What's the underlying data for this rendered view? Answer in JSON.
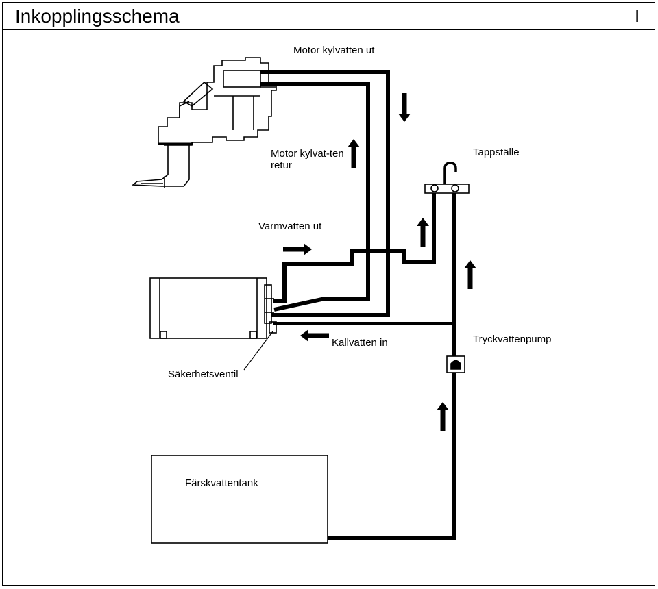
{
  "header": {
    "title": "Inkopplingsschema",
    "page_number": "I"
  },
  "labels": {
    "motor_coolant_out": "Motor kylvatten ut",
    "motor_coolant_return": "Motor kylvat-ten retur",
    "tap": "Tappställe",
    "hot_water_out": "Varmvatten ut",
    "cold_water_in": "Kallvatten in",
    "pressure_pump": "Tryckvattenpump",
    "safety_valve": "Säkerhetsventil",
    "fresh_water_tank": "Färskvattentank"
  },
  "components": [
    "engine",
    "water-heater",
    "tap",
    "pressure-pump",
    "fresh-water-tank",
    "safety-valve"
  ],
  "colors": {
    "line": "#000000",
    "background": "#ffffff"
  }
}
